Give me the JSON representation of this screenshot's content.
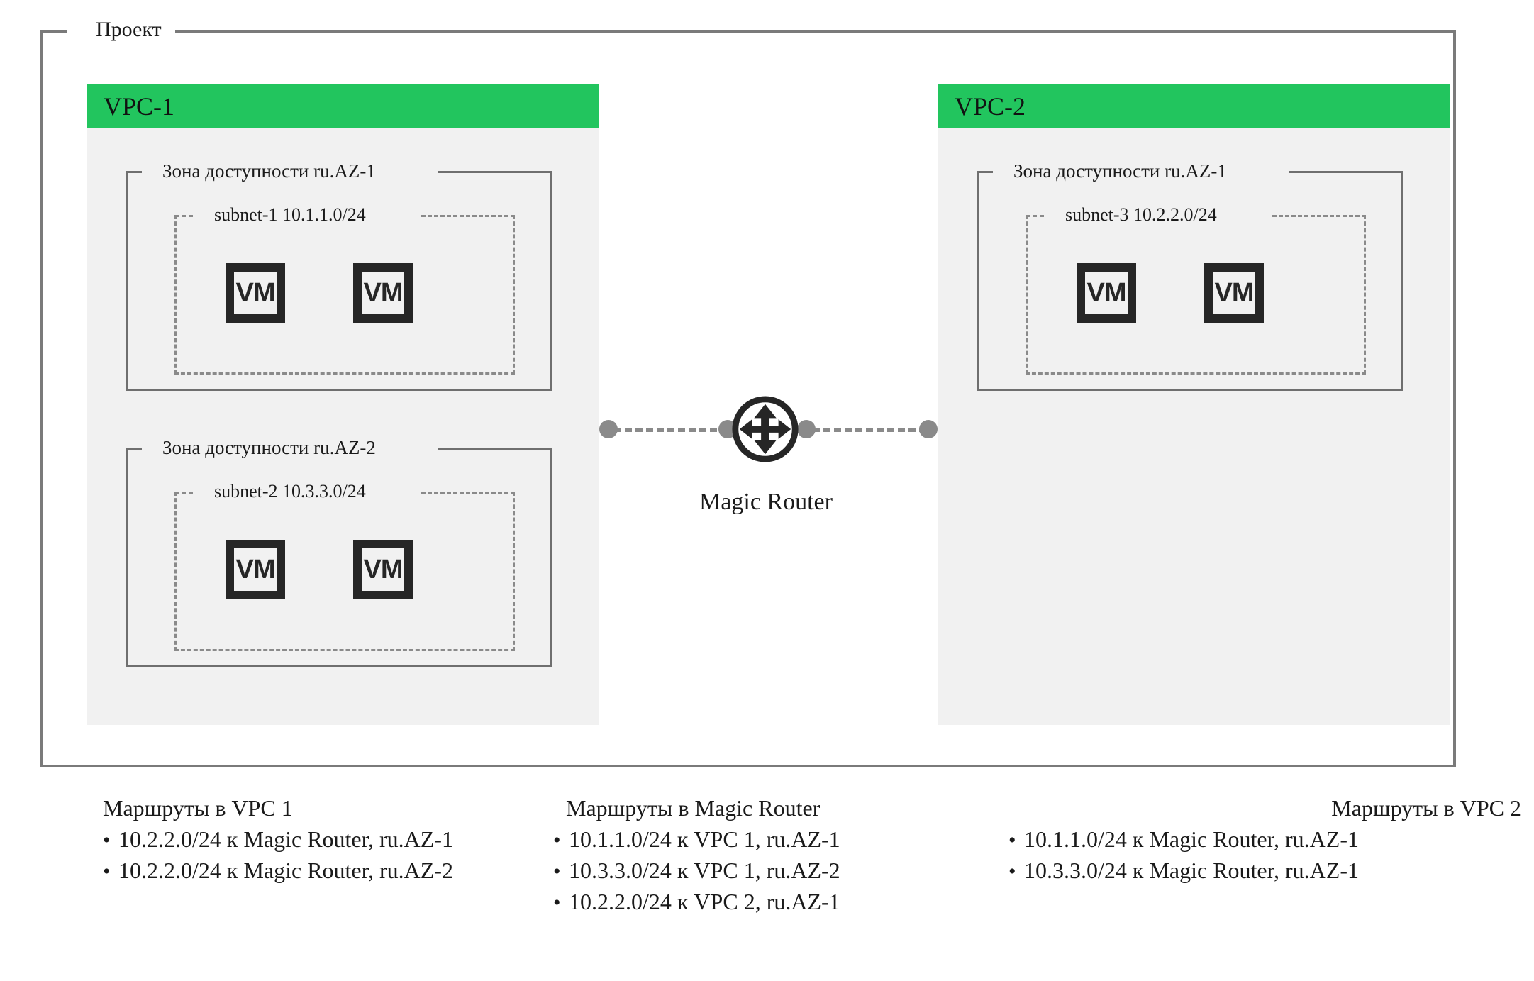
{
  "project": {
    "label": "Проект"
  },
  "vpcs": [
    {
      "id": "vpc-1",
      "title": "VPC-1",
      "header_color": "#22c55e",
      "zones": [
        {
          "label": "Зона доступности ru.AZ-1",
          "subnet": {
            "label": "subnet-1 10.1.1.0/24",
            "vms": [
              {
                "label": "VM"
              },
              {
                "label": "VM"
              }
            ]
          }
        },
        {
          "label": "Зона доступности ru.AZ-2",
          "subnet": {
            "label": "subnet-2 10.3.3.0/24",
            "vms": [
              {
                "label": "VM"
              },
              {
                "label": "VM"
              }
            ]
          }
        }
      ]
    },
    {
      "id": "vpc-2",
      "title": "VPC-2",
      "header_color": "#22c55e",
      "zones": [
        {
          "label": "Зона доступности ru.AZ-1",
          "subnet": {
            "label": "subnet-3 10.2.2.0/24",
            "vms": [
              {
                "label": "VM"
              },
              {
                "label": "VM"
              }
            ]
          }
        }
      ]
    }
  ],
  "router": {
    "icon": "four-way-arrows-router-icon",
    "label": "Magic Router",
    "connector_color": "#8a8a8a"
  },
  "legend": {
    "columns": [
      {
        "title": "Маршруты в VPC 1",
        "items": [
          "10.2.2.0/24 к Magic Router, ru.AZ-1",
          "10.2.2.0/24 к Magic Router, ru.AZ-2"
        ]
      },
      {
        "title": "Маршруты в Magic Router",
        "items": [
          "10.1.1.0/24 к VPC 1, ru.AZ-1",
          "10.3.3.0/24 к VPC 1, ru.AZ-2",
          "10.2.2.0/24 к VPC 2, ru.AZ-1"
        ]
      },
      {
        "title": "Маршруты в VPC 2",
        "items": [
          "10.1.1.0/24 к Magic Router, ru.AZ-1",
          "10.3.3.0/24 к Magic Router, ru.AZ-1"
        ]
      }
    ]
  }
}
